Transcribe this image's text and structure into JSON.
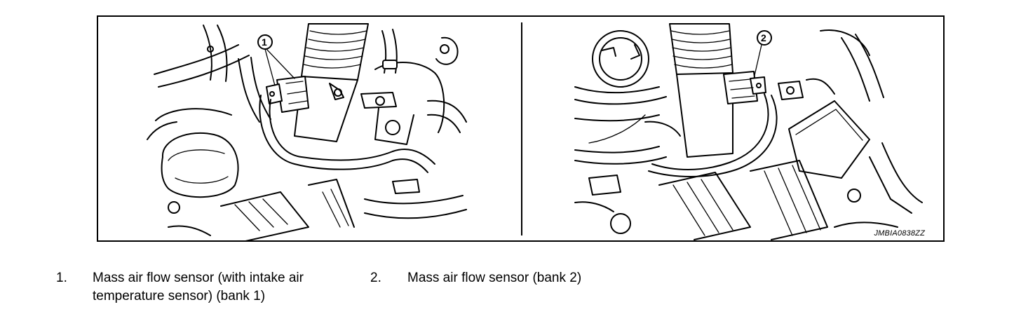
{
  "figure": {
    "code": "JMBIA0838ZZ",
    "callouts": [
      {
        "number": "1",
        "panel": "left"
      },
      {
        "number": "2",
        "panel": "right"
      }
    ]
  },
  "legend": [
    {
      "number": "1.",
      "text_line1": "Mass air flow sensor (with intake air",
      "text_line2": "temperature sensor) (bank 1)"
    },
    {
      "number": "2.",
      "text_line1": "Mass air flow sensor (bank 2)",
      "text_line2": ""
    }
  ]
}
